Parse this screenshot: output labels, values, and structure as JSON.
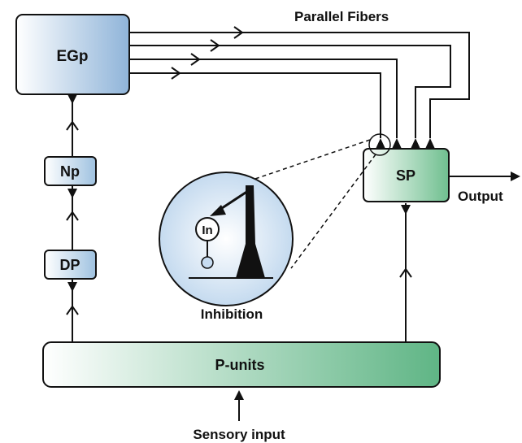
{
  "boxes": {
    "egp": "EGp",
    "np": "Np",
    "dp": "DP",
    "sp": "SP",
    "punits": "P-units"
  },
  "labels": {
    "parallel_fibers": "Parallel Fibers",
    "output": "Output",
    "inhibition": "Inhibition",
    "interneuron": "In",
    "sensory_input": "Sensory input"
  },
  "colors": {
    "egp_fill": "#8fb4d9",
    "small_box_fill": "#9fc2e0",
    "sp_fill": "#7cc79f",
    "punits_fill": "#6fbf8f",
    "inset_fill": "#b9d3ec",
    "line": "#111111"
  }
}
